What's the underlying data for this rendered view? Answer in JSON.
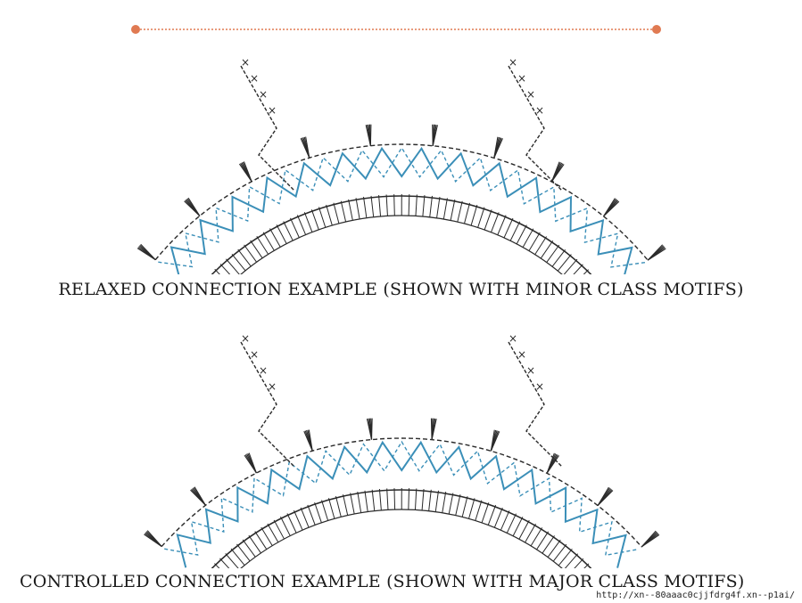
{
  "captions": {
    "relaxed": "RELAXED CONNECTION EXAMPLE (SHOWN WITH MINOR CLASS MOTIFS)",
    "controlled": "CONTROLLED CONNECTION EXAMPLE (SHOWN WITH MAJOR CLASS MOTIFS)"
  },
  "watermark": "http://xn--80aaac0cjjfdrg4f.xn--p1ai/",
  "colors": {
    "divider": "#e07a52",
    "stitch_dark": "#2a2a2a",
    "stitch_blue": "#3b8fb8"
  }
}
